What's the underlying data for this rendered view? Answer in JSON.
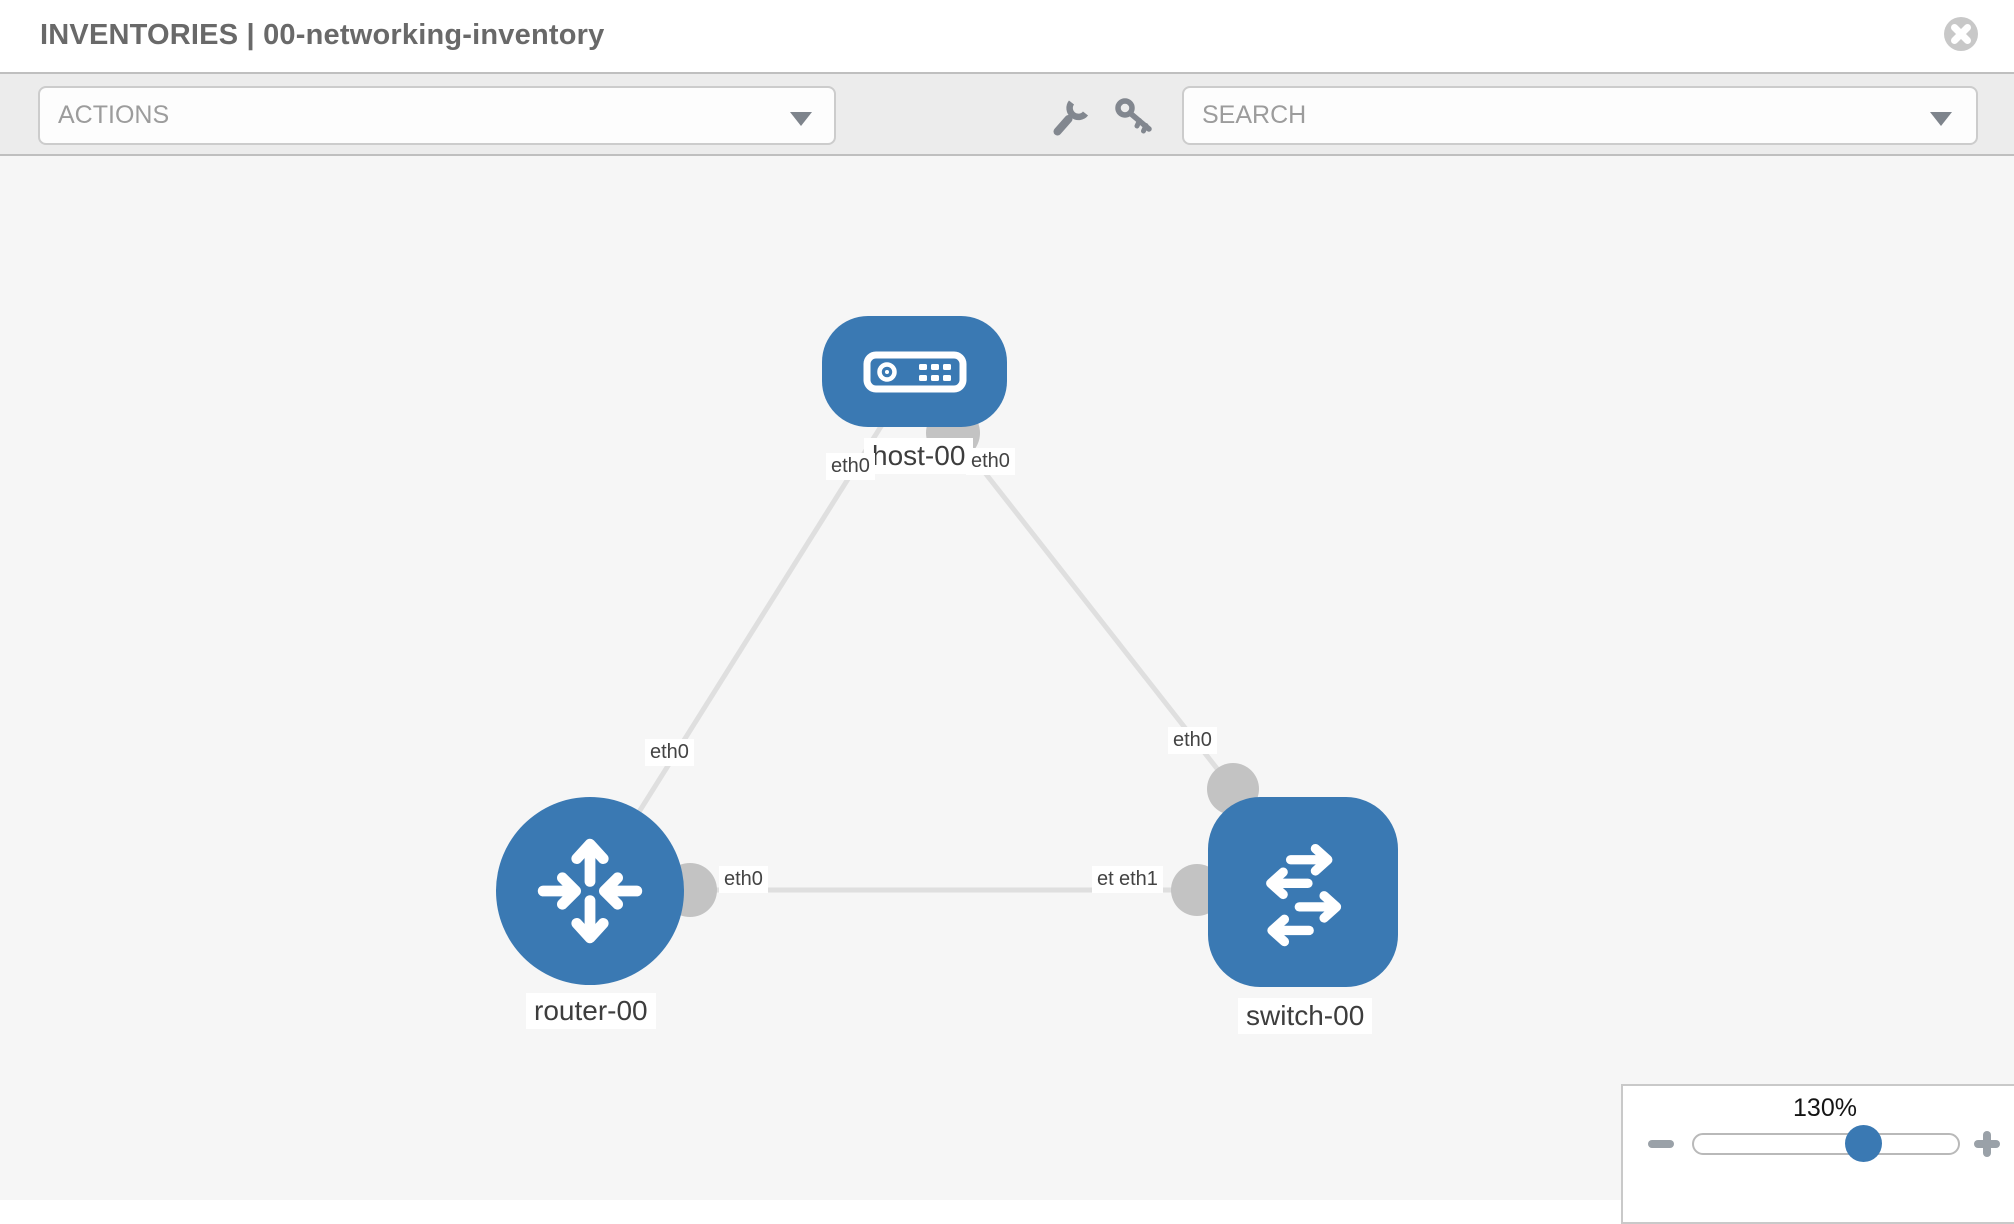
{
  "header": {
    "title": "INVENTORIES | 00-networking-inventory"
  },
  "toolbar": {
    "actions_label": "ACTIONS",
    "search_label": "SEARCH",
    "icons": [
      "wrench-icon",
      "key-icon"
    ]
  },
  "topology": {
    "nodes": [
      {
        "id": "host-00",
        "type": "host",
        "label": "host-00"
      },
      {
        "id": "router-00",
        "type": "router",
        "label": "router-00"
      },
      {
        "id": "switch-00",
        "type": "switch",
        "label": "switch-00"
      }
    ],
    "links": [
      {
        "from": "router-00",
        "to": "host-00"
      },
      {
        "from": "host-00",
        "to": "switch-00"
      },
      {
        "from": "router-00",
        "to": "switch-00"
      }
    ],
    "interface_labels": {
      "router_top": "eth0",
      "host_left": "eth0",
      "host_right": "eth0",
      "switch_top": "eth0",
      "router_right": "eth0",
      "switch_left_under": "eth0",
      "switch_left_over": "eth1"
    },
    "colors": {
      "node_blue": "#3a79b3",
      "link_gray": "#dfdfdf",
      "connector_gray": "#c3c3c3",
      "canvas_bg": "#f6f6f6"
    }
  },
  "zoom": {
    "level": "130%",
    "percent": 130
  }
}
